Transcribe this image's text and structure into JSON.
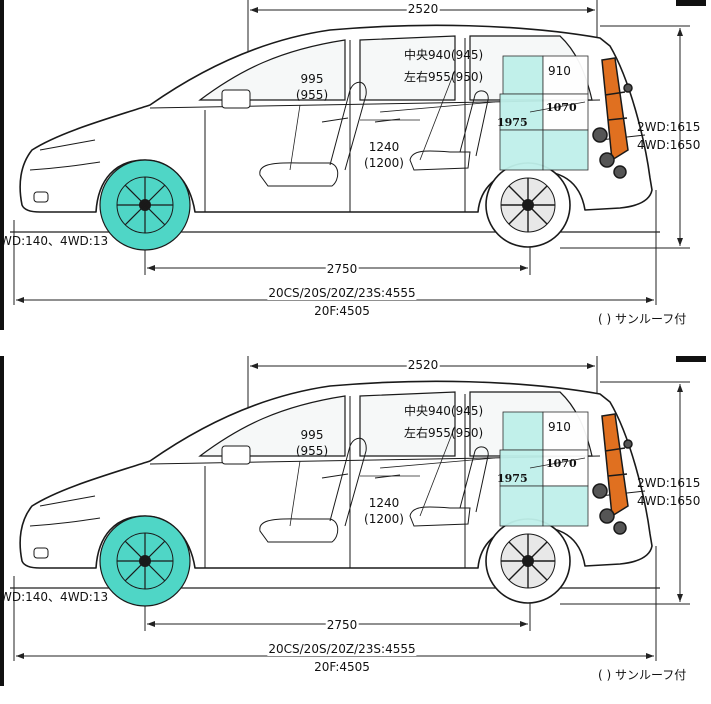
{
  "colors": {
    "wheel_highlight": "#4fd6c6",
    "cargo_box": "#bff0ea",
    "stroller_orange": "#e07020",
    "line": "#222222"
  },
  "diagram": {
    "overall_top_length": "2520",
    "headroom_front": "995",
    "headroom_front_alt": "(955)",
    "headroom_center": "中央940(945)",
    "headroom_side": "左右955(950)",
    "cargo_height": "910",
    "cargo_length_upper": "1070",
    "cargo_length_lower": "1975",
    "interior_height": "1240",
    "interior_height_alt": "(1200)",
    "overall_height": "2WD:1615",
    "overall_height_4wd": "4WD:1650",
    "ground_clearance": "WD:140、4WD:13",
    "wheelbase": "2750",
    "overall_length": "20CS/20S/20Z/23S:4555",
    "overall_length_alt": "20F:4505",
    "footnote": "( ) サンルーフ付"
  }
}
